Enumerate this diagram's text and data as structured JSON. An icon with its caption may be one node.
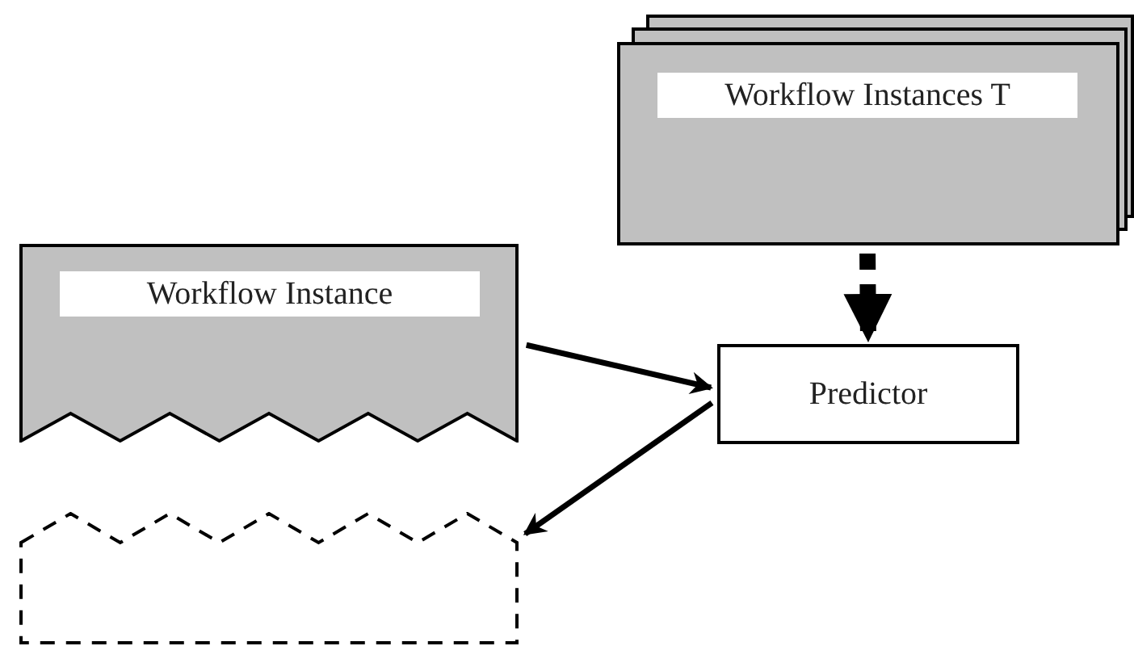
{
  "diagram": {
    "nodes": [
      {
        "text": [
          "Workflow Instances T"
        ]
      },
      {
        "text": [
          "Workflow Instance"
        ]
      },
      {
        "text": [
          "Predictor"
        ]
      },
      {
        "text": [],
        "shape": "box"
      }
    ],
    "edges": [
      {
        "from": 0,
        "to": 2,
        "arrow": "to",
        "style": "dashed"
      },
      {
        "from": 1,
        "to": 2,
        "arrow": "to"
      },
      {
        "from": 2,
        "to": 3,
        "arrow": "to"
      }
    ]
  }
}
